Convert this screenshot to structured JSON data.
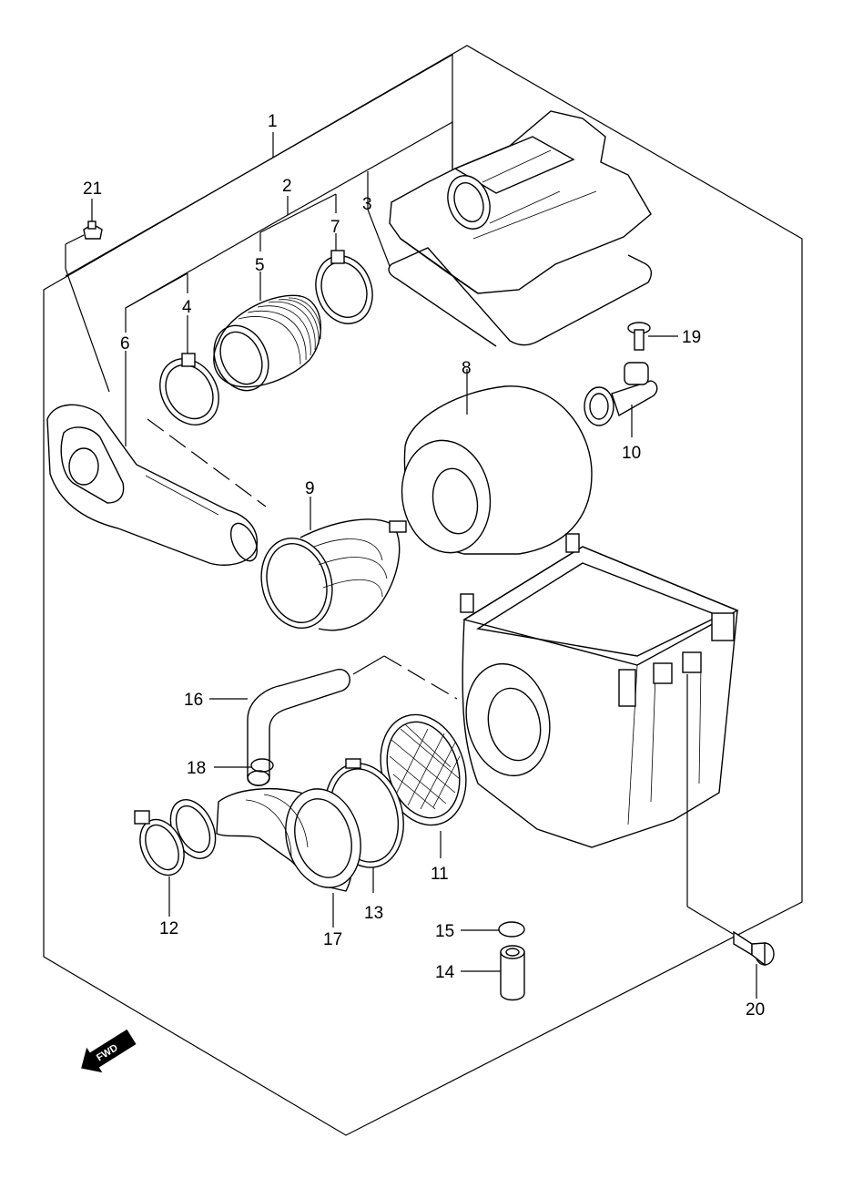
{
  "diagram": {
    "callouts": [
      {
        "id": "c1",
        "text": "1"
      },
      {
        "id": "c2",
        "text": "2"
      },
      {
        "id": "c3",
        "text": "3"
      },
      {
        "id": "c4",
        "text": "4"
      },
      {
        "id": "c5",
        "text": "5"
      },
      {
        "id": "c6",
        "text": "6"
      },
      {
        "id": "c7",
        "text": "7"
      },
      {
        "id": "c8",
        "text": "8"
      },
      {
        "id": "c9",
        "text": "9"
      },
      {
        "id": "c10",
        "text": "10"
      },
      {
        "id": "c11",
        "text": "11"
      },
      {
        "id": "c12",
        "text": "12"
      },
      {
        "id": "c13",
        "text": "13"
      },
      {
        "id": "c14",
        "text": "14"
      },
      {
        "id": "c15",
        "text": "15"
      },
      {
        "id": "c16",
        "text": "16"
      },
      {
        "id": "c17",
        "text": "17"
      },
      {
        "id": "c18",
        "text": "18"
      },
      {
        "id": "c19",
        "text": "19"
      },
      {
        "id": "c20",
        "text": "20"
      },
      {
        "id": "c21",
        "text": "21"
      }
    ],
    "direction_arrow": {
      "text": "FWD",
      "icon": "fwd-arrow-icon"
    }
  }
}
